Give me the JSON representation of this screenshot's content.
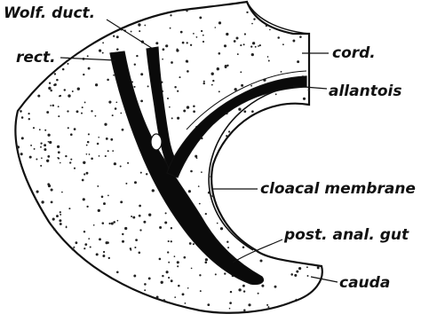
{
  "figure": {
    "labels": {
      "wolf_duct": "Wolf. duct.",
      "rect": "rect.",
      "cord": "cord.",
      "allantois": "allantois",
      "cloacal_membrane": "cloacal membrane",
      "post_anal_gut": "post. anal. gut",
      "cauda": "cauda"
    },
    "colors": {
      "tissue": "#ffffff",
      "outline": "#111111",
      "lumen": "#0a0a0a",
      "stipple": "#222222"
    }
  }
}
